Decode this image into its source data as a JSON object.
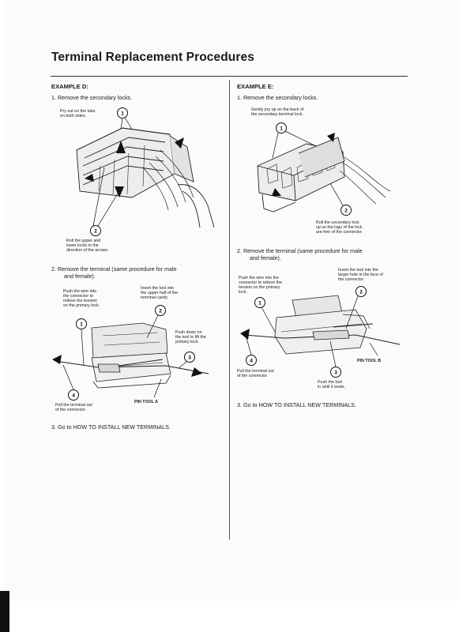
{
  "title": "Terminal Replacement Procedures",
  "example_d": {
    "heading": "EXAMPLE D:",
    "step1": "1.   Remove the secondary locks.",
    "fig1_callout1": "Pry out on the tabs\non both sides.",
    "fig1_callout2": "Roll the upper and\nlower locks in the\ndirection of the arrows.",
    "step2_line1": "2.   Remove the terminal (same procedure for male",
    "step2_line2": "and female).",
    "fig2_callout1": "Push the wire into\nthe connector to\nrelieve the tension\non the primary lock.",
    "fig2_callout2": "Insert the tool into\nthe upper half of the\nterminal cavity.",
    "fig2_callout3": "Push down on\nthe tool to lift the\nprimary lock.",
    "fig2_callout4": "Pull the terminal out\nof the connector.",
    "fig2_tool": "PIN TOOL A",
    "step3": "3.   Go to HOW TO INSTALL NEW TERMINALS."
  },
  "example_e": {
    "heading": "EXAMPLE E:",
    "step1": "1.   Remove the secondary locks.",
    "fig1_callout1": "Gently pry up on the back of\nthe secondary terminal lock.",
    "fig1_callout2": "Roll the secondary lock\nup so the lugs of the lock\nare free of the connector.",
    "step2_line1": "2.   Remove the terminal (same procedure for male",
    "step2_line2": "and female).",
    "fig2_callout1": "Push the wire into the\nconnector to relieve the\ntension on the primary\nlock.",
    "fig2_callout2": "Insert the tool into the\nlarger hole in the face of\nthe connector.",
    "fig2_callout3": "Push the tool\nin until it seats.",
    "fig2_callout4": "Pull the terminal out\nof the connector.",
    "fig2_tool": "PIN TOOL B",
    "step3": "3.   Go to HOW TO INSTALL NEW TERMINALS."
  },
  "callout_numbers": [
    "1",
    "2",
    "3",
    "4"
  ]
}
